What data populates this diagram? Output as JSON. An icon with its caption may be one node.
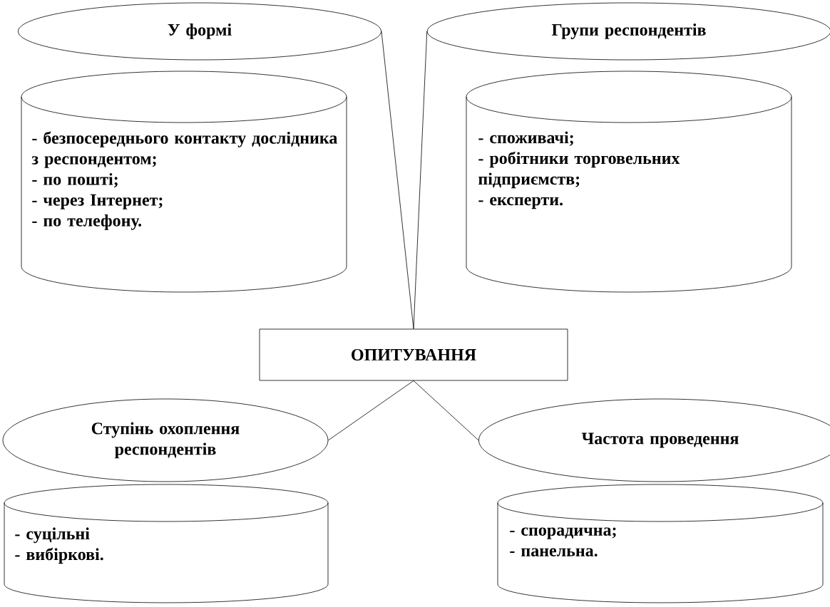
{
  "diagram": {
    "nodes": [
      {
        "text": [
          "У формі"
        ]
      },
      {
        "text": [
          "- безпосереднього контакту дослідника з респондентом;",
          "- по пошті;",
          "- через Інтернет;",
          "- по телефону."
        ]
      },
      {
        "text": [
          "Групи респондентів"
        ]
      },
      {
        "text": [
          "- споживачі;",
          "- робітники торговельних підприємств;",
          "- експерти."
        ]
      },
      {
        "text": [
          "ОПИТУВАННЯ"
        ]
      },
      {
        "text": [
          "Ступінь охоплення респондентів"
        ]
      },
      {
        "text": [
          "- суцільні",
          "- вибіркові."
        ]
      },
      {
        "text": [
          "Частота проведення"
        ]
      },
      {
        "text": [
          "- спорадична;",
          "- панельна."
        ]
      }
    ],
    "edges": [
      {
        "from": 0,
        "to": 4,
        "arrow": "none"
      },
      {
        "from": 2,
        "to": 4,
        "arrow": "none"
      },
      {
        "from": 4,
        "to": 5,
        "arrow": "none"
      },
      {
        "from": 4,
        "to": 7,
        "arrow": "none"
      }
    ]
  }
}
